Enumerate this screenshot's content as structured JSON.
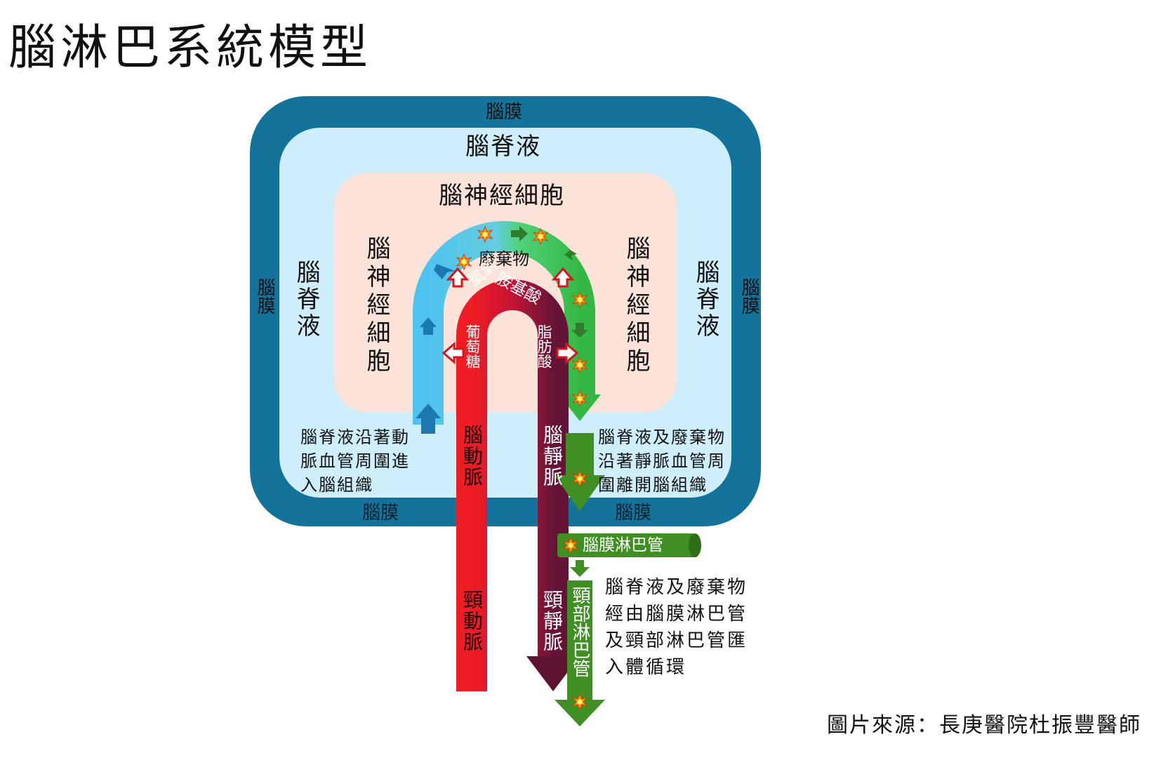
{
  "title": "腦淋巴系統模型",
  "labels": {
    "meninges_top": "腦膜",
    "meninges_left": "腦膜",
    "meninges_right": "腦膜",
    "meninges_bottom_left": "腦膜",
    "meninges_bottom_right": "腦膜",
    "csf_top": "腦脊液",
    "csf_left": "腦脊液",
    "csf_right": "腦脊液",
    "neurons_top": "腦神經細胞",
    "neurons_left": "腦神經細胞",
    "neurons_right": "腦神經細胞",
    "waste": "廢棄物",
    "oxygen": "氧氣",
    "amino_acid": "胺基酸",
    "glucose": "葡萄糖",
    "fatty_acid": "脂肪酸",
    "cerebral_artery": "腦動脈",
    "cerebral_vein": "腦靜脈",
    "carotid_artery": "頸動脈",
    "jugular_vein": "頸靜脈",
    "meningeal_lymph": "腦膜淋巴管",
    "cervical_lymph": "頸部淋巴管",
    "note_enter": [
      "腦脊液沿著動",
      "脈血管周圍進",
      "入腦組織"
    ],
    "note_exit": [
      "腦脊液及廢棄物",
      "沿著靜脈血管周",
      "圍離開腦組織"
    ],
    "note_circulation": [
      "腦脊液及廢棄物",
      "經由腦膜淋巴管",
      "及頸部淋巴管匯",
      "入體循環"
    ]
  },
  "source": "圖片來源：長庚醫院杜振豐醫師",
  "colors": {
    "meninges": "#14739b",
    "csf": "#cfeefb",
    "neurons": "#fbe3d9",
    "artery": "#e8101e",
    "vein": "#6a1439",
    "csf_in": "#3bb7e8",
    "csf_out": "#3dbf46",
    "lymph": "#3f8f23"
  }
}
